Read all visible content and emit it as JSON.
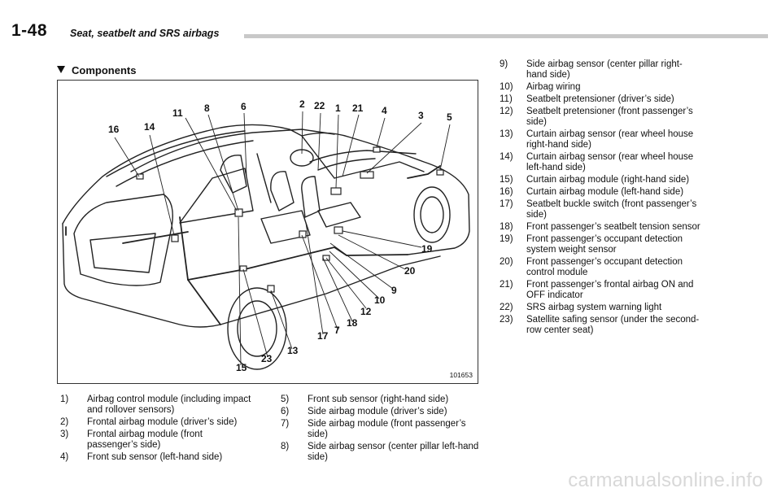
{
  "header": {
    "page_number": "1-48",
    "chapter_title": "Seat, seatbelt and SRS airbags"
  },
  "section_title": "Components",
  "figure": {
    "figure_id": "101653",
    "callouts": [
      "16",
      "14",
      "11",
      "8",
      "6",
      "2",
      "22",
      "1",
      "21",
      "4",
      "3",
      "5",
      "19",
      "20",
      "9",
      "10",
      "12",
      "18",
      "7",
      "17",
      "13",
      "23",
      "15"
    ]
  },
  "components": {
    "column1": [
      {
        "num": "1)",
        "text": "Airbag control module (including impact and rollover sensors)"
      },
      {
        "num": "2)",
        "text": "Frontal airbag module (driver’s side)"
      },
      {
        "num": "3)",
        "text": "Frontal airbag module (front passenger’s side)"
      },
      {
        "num": "4)",
        "text": "Front sub sensor (left-hand side)"
      }
    ],
    "column2": [
      {
        "num": "5)",
        "text": "Front sub sensor (right-hand side)"
      },
      {
        "num": "6)",
        "text": "Side airbag module (driver’s side)"
      },
      {
        "num": "7)",
        "text": "Side airbag module (front passenger’s side)"
      },
      {
        "num": "8)",
        "text": "Side airbag sensor (center pillar left-hand side)"
      }
    ],
    "column3": [
      {
        "num": "9)",
        "text": "Side airbag sensor (center pillar right-hand side)"
      },
      {
        "num": "10)",
        "text": "Airbag wiring"
      },
      {
        "num": "11)",
        "text": "Seatbelt pretensioner (driver’s side)"
      },
      {
        "num": "12)",
        "text": "Seatbelt pretensioner (front passenger’s side)"
      },
      {
        "num": "13)",
        "text": "Curtain airbag sensor (rear wheel house right-hand side)"
      },
      {
        "num": "14)",
        "text": "Curtain airbag sensor (rear wheel house left-hand side)"
      },
      {
        "num": "15)",
        "text": "Curtain airbag module (right-hand side)"
      },
      {
        "num": "16)",
        "text": "Curtain airbag module (left-hand side)"
      },
      {
        "num": "17)",
        "text": "Seatbelt buckle switch (front passenger’s side)"
      },
      {
        "num": "18)",
        "text": "Front passenger’s seatbelt tension sensor"
      },
      {
        "num": "19)",
        "text": "Front passenger’s occupant detection system weight sensor"
      },
      {
        "num": "20)",
        "text": "Front passenger’s occupant detection control module"
      },
      {
        "num": "21)",
        "text": "Front passenger’s frontal airbag ON and OFF indicator"
      },
      {
        "num": "22)",
        "text": "SRS airbag system warning light"
      },
      {
        "num": "23)",
        "text": "Satellite safing sensor (under the second-row center seat)"
      }
    ]
  },
  "watermark": "carmanualsonline.info"
}
